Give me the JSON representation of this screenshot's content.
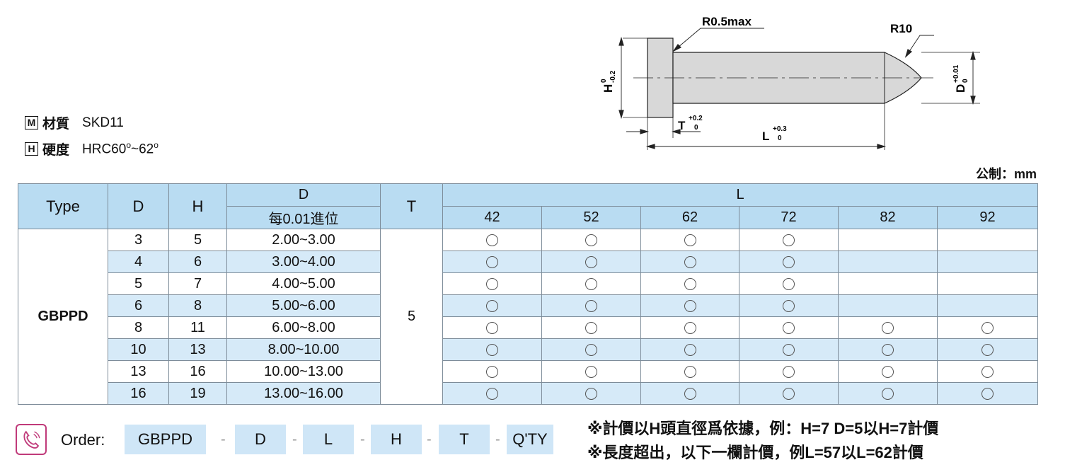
{
  "material": {
    "box": "M",
    "label": "材質",
    "value": "SKD11"
  },
  "hardness": {
    "box": "H",
    "label": "硬度",
    "value_prefix": "HRC60",
    "deg1": "o",
    "sep": "~62",
    "deg2": "o"
  },
  "unit": "公制：mm",
  "drawing": {
    "r_head": "R0.5max",
    "r_tip": "R10",
    "h_label": "H",
    "h_tol_top": "0",
    "h_tol_bottom": "-0.2",
    "d_label": "D",
    "d_tol_top": "+0.01",
    "d_tol_bottom": "0",
    "t_label": "T",
    "t_tol_top": "+0.2",
    "t_tol_bottom": "0",
    "l_label": "L",
    "l_tol_top": "+0.3",
    "l_tol_bottom": "0"
  },
  "table": {
    "headers": {
      "type": "Type",
      "d": "D",
      "h": "H",
      "d_range": "D",
      "d_range_sub": "每0.01進位",
      "t": "T",
      "l": "L"
    },
    "l_values": [
      "42",
      "52",
      "62",
      "72",
      "82",
      "92"
    ],
    "type_name": "GBPPD",
    "t_value": "5",
    "rows": [
      {
        "d": "3",
        "h": "5",
        "range": "2.00~3.00",
        "avail": [
          true,
          true,
          true,
          true,
          false,
          false
        ]
      },
      {
        "d": "4",
        "h": "6",
        "range": "3.00~4.00",
        "avail": [
          true,
          true,
          true,
          true,
          false,
          false
        ]
      },
      {
        "d": "5",
        "h": "7",
        "range": "4.00~5.00",
        "avail": [
          true,
          true,
          true,
          true,
          false,
          false
        ]
      },
      {
        "d": "6",
        "h": "8",
        "range": "5.00~6.00",
        "avail": [
          true,
          true,
          true,
          true,
          false,
          false
        ]
      },
      {
        "d": "8",
        "h": "11",
        "range": "6.00~8.00",
        "avail": [
          true,
          true,
          true,
          true,
          true,
          true
        ]
      },
      {
        "d": "10",
        "h": "13",
        "range": "8.00~10.00",
        "avail": [
          true,
          true,
          true,
          true,
          true,
          true
        ]
      },
      {
        "d": "13",
        "h": "16",
        "range": "10.00~13.00",
        "avail": [
          true,
          true,
          true,
          true,
          true,
          true
        ]
      },
      {
        "d": "16",
        "h": "19",
        "range": "13.00~16.00",
        "avail": [
          true,
          true,
          true,
          true,
          true,
          true
        ]
      }
    ]
  },
  "order": {
    "label": "Order:",
    "fields": [
      "GBPPD",
      "D",
      "L",
      "H",
      "T",
      "Q'TY"
    ],
    "separator": "-"
  },
  "notes": [
    "※計價以H頭直徑爲依據，例：H=7 D=5以H=7計價",
    "※長度超出，以下一欄計價，例L=57以L=62計價"
  ]
}
